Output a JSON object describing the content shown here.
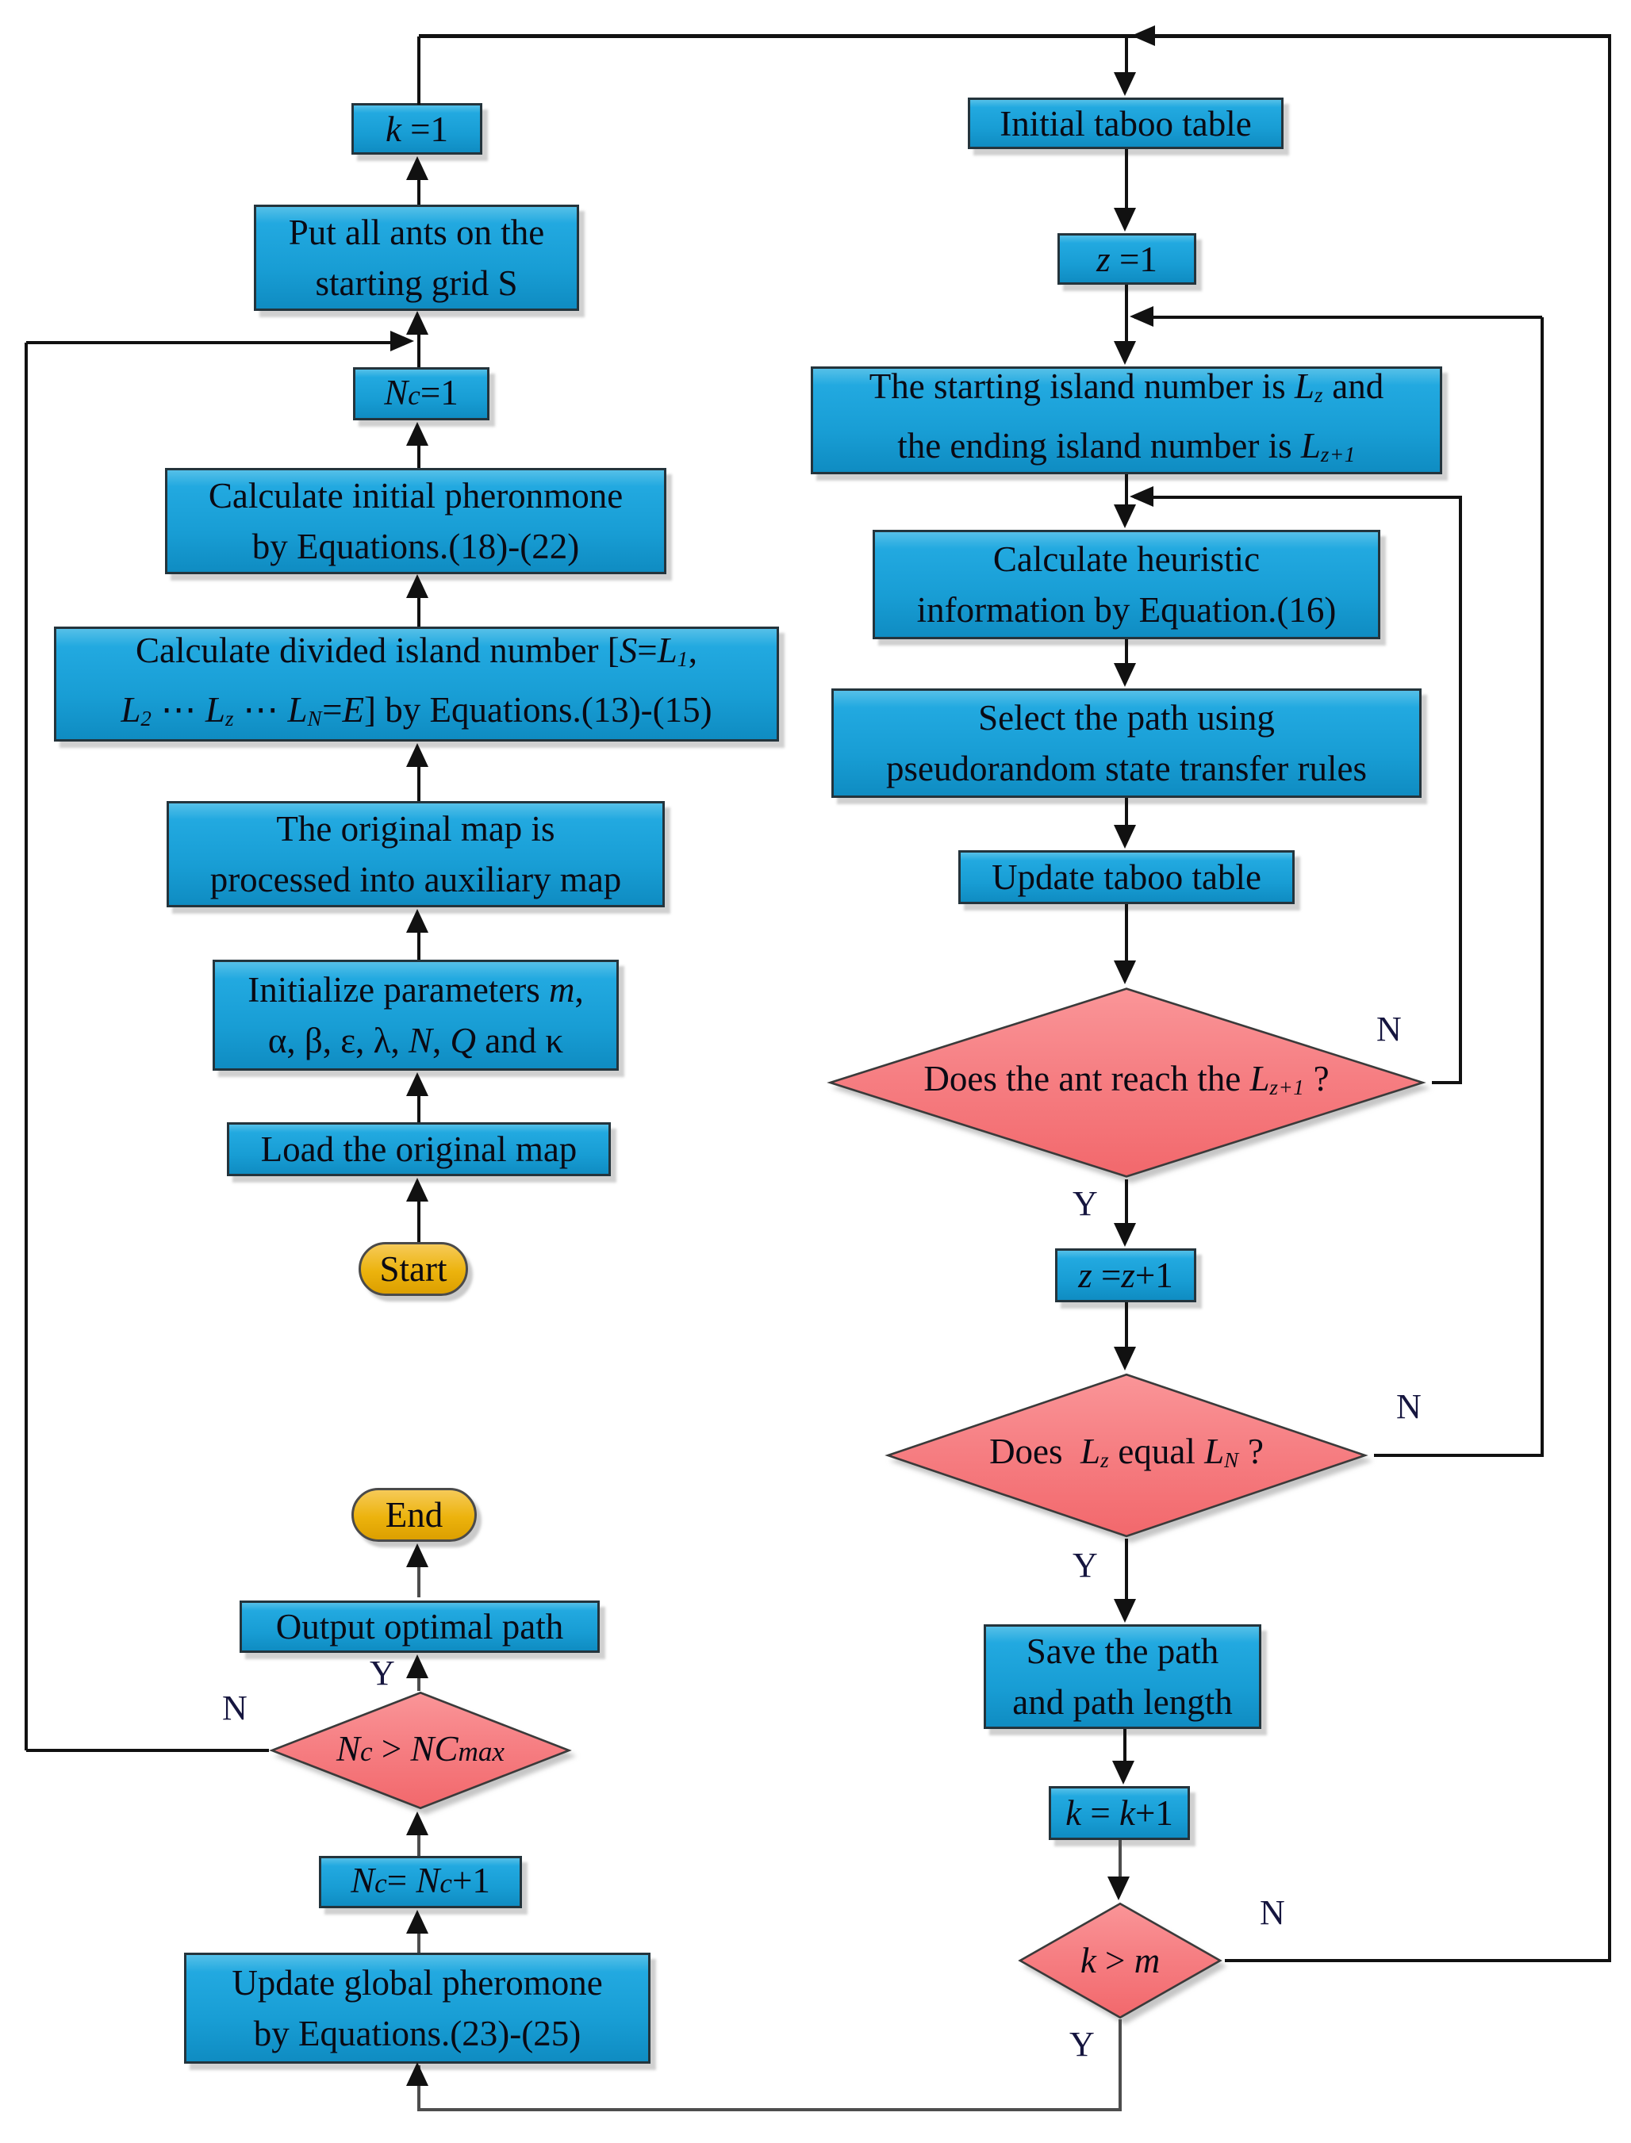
{
  "colors": {
    "process_fill": "#189DD4",
    "process_fill_light": "#55C0E8",
    "process_border": "#24343C",
    "decision_fill": "#F2686C",
    "decision_fill_light": "#FA9598",
    "terminal_fill": "#ECB30D",
    "terminal_fill_light": "#F6CA58",
    "edge_black": "#111111",
    "edge_gray": "#4D4D4D",
    "text": "#0A0A14",
    "branch_label": "#16163F",
    "background": "#FFFFFF"
  },
  "nodes": {
    "k_init": {
      "label": "<i>k</i> =1"
    },
    "put_ants": {
      "label": "Put all ants on the<br>starting grid S"
    },
    "nc_init": {
      "label": "<i>N</i><span class='nc'>c</span>=1"
    },
    "calc_pheromone": {
      "label": "Calculate initial pheronmone<br>by Equations.(18)-(22)"
    },
    "calc_island": {
      "label": "Calculate divided island number [<i>S</i>=<i>L</i><span class='sb'>1</span>,<br><i>L</i><span class='sb'>2</span> ⋯ <i>L</i><span class='sb'>z</span> ⋯ <i>L</i><span class='sb'>N</span>=<i>E</i>] by Equations.(13)-(15)"
    },
    "aux_map": {
      "label": "The original map is<br>processed into auxiliary map"
    },
    "init_params": {
      "label": "Initialize parameters <i>m</i>,<br>α, β, ε, λ, <i>N</i>, <i>Q</i> and κ"
    },
    "load_map": {
      "label": "Load the original map"
    },
    "start": {
      "label": "Start"
    },
    "end": {
      "label": "End"
    },
    "output_path": {
      "label": "Output optimal path"
    },
    "d_ncmax": {
      "label": "<i>N</i><span class='nc'>c</span> &gt; <i>NC</i><span class='nc'>max</span>",
      "yes": "Y",
      "no": "N"
    },
    "nc_inc": {
      "label": "<i>N</i><span class='nc'>c</span>= <i>N</i><span class='nc'>c</span>+1"
    },
    "upd_global": {
      "label": "Update global pheromone<br>by Equations.(23)-(25)"
    },
    "taboo_init": {
      "label": "Initial taboo table"
    },
    "z_init": {
      "label": "<i>z</i> =1"
    },
    "island_numbers": {
      "label": "The starting island number is <i>L</i><span class='sb'>z</span> and<br>the ending island number is <i>L</i><span class='sb'>z+1</span>"
    },
    "calc_heuristic": {
      "label": "Calculate heuristic<br>information by Equation.(16)"
    },
    "select_path": {
      "label": "Select the path using<br>pseudorandom state transfer rules"
    },
    "upd_taboo": {
      "label": "Update taboo table"
    },
    "d_reach": {
      "label": "Does the ant reach the <i>L</i><span class='sb'>z+1</span> ?",
      "yes": "Y",
      "no": "N"
    },
    "z_inc": {
      "label": "<i>z</i> =<i>z</i>+1"
    },
    "d_lz": {
      "label": "Does&nbsp; <i>L</i><span class='sb'>z</span> equal <i>L</i><span class='sb'>N</span> ?",
      "yes": "Y",
      "no": "N"
    },
    "save_path": {
      "label": "Save the path<br>and path length"
    },
    "k_inc": {
      "label": "<i>k</i> = <i>k</i>+1"
    },
    "d_km": {
      "label": "<i>k</i> &gt; <i>m</i>",
      "yes": "Y",
      "no": "N"
    }
  }
}
